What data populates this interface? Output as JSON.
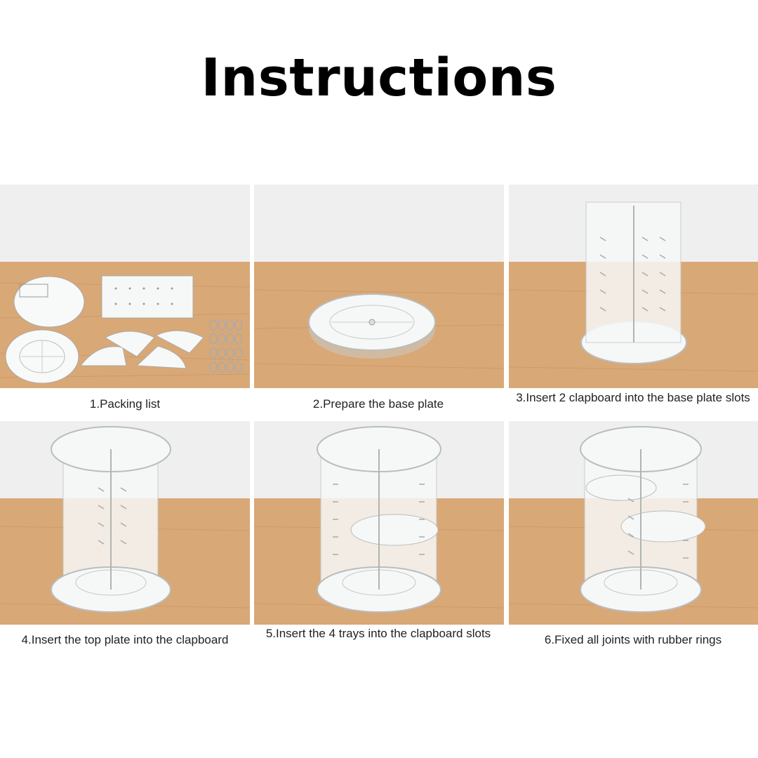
{
  "page": {
    "title": "Instructions"
  },
  "steps": [
    {
      "caption": "1.Packing list"
    },
    {
      "caption": "2.Prepare the base plate"
    },
    {
      "caption": "3.Insert 2 clapboard into the base plate slots"
    },
    {
      "caption": "4.Insert the top plate into the clapboard"
    },
    {
      "caption": "5.Insert the 4 trays into the clapboard slots"
    },
    {
      "caption": "6.Fixed all joints with rubber rings"
    }
  ],
  "colors": {
    "wall": "#efefef",
    "wood": "#d9a877",
    "wood_dark": "#c8925e",
    "acrylic": "#f6f8f8",
    "acrylic_edge": "#b9bdbd"
  }
}
